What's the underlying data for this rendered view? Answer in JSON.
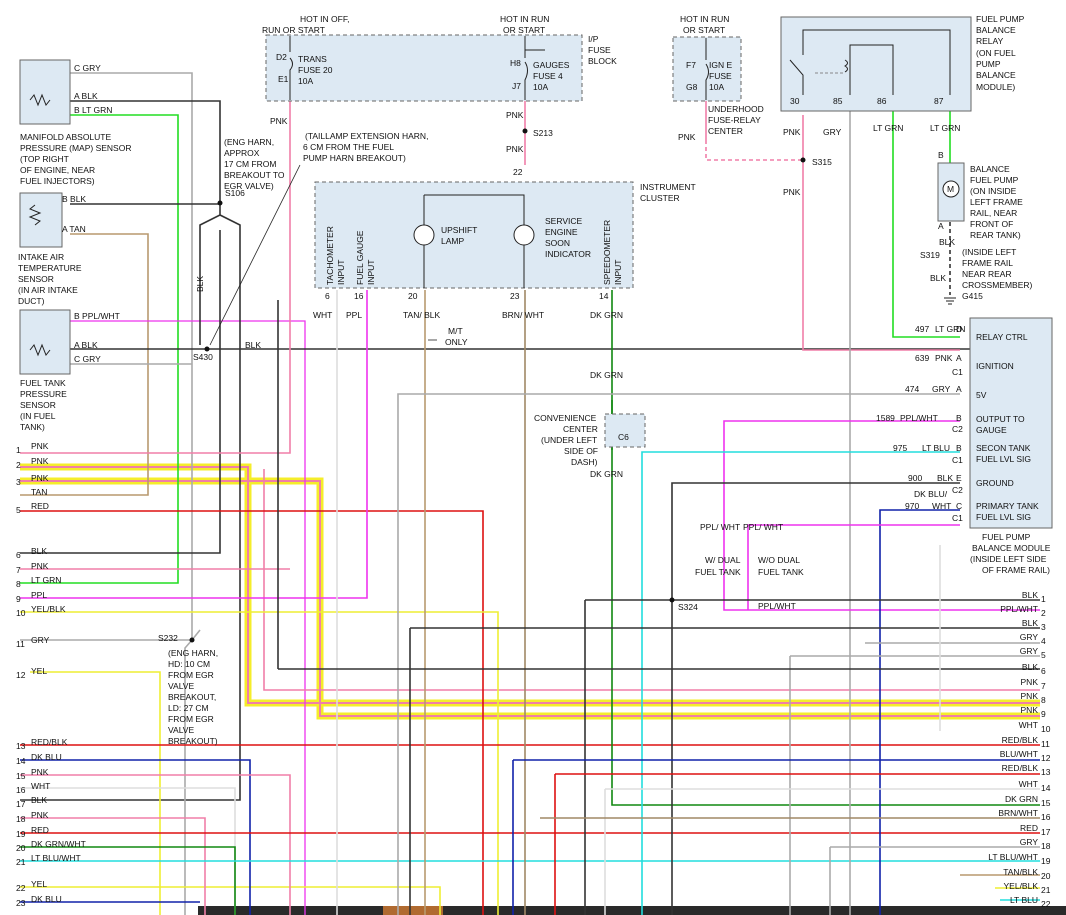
{
  "components": {
    "map_sensor": {
      "label": [
        "MANIFOLD ABSOLUTE",
        "PRESSURE (MAP) SENSOR",
        "(TOP RIGHT",
        "OF ENGINE, NEAR",
        "FUEL INJECTORS)"
      ],
      "pins": [
        "C  GRY",
        "A  BLK",
        "B  LT GRN"
      ]
    },
    "iat_sensor": {
      "label": [
        "INTAKE AIR",
        "TEMPERATURE",
        "SENSOR",
        "(IN AIR INTAKE",
        "DUCT)"
      ],
      "pins": [
        "B  BLK",
        "A  TAN"
      ]
    },
    "ftp_sensor": {
      "label": [
        "FUEL TANK",
        "PRESSURE",
        "SENSOR",
        "(IN FUEL",
        "TANK)"
      ],
      "pins": [
        "B  PPL/WHT",
        "A  BLK",
        "C  GRY"
      ]
    },
    "fuse_block": {
      "hot1": [
        "HOT IN OFF,",
        "RUN OR START"
      ],
      "hot2": [
        "HOT IN RUN",
        "OR START"
      ],
      "title": [
        "I/P",
        "FUSE",
        "BLOCK"
      ],
      "fuse20": [
        "TRANS",
        "FUSE 20",
        "10A"
      ],
      "fuse4": [
        "GAUGES",
        "FUSE 4",
        "10A"
      ],
      "pins": [
        "D2",
        "E1",
        "H8",
        "J7"
      ]
    },
    "underhood": {
      "hot": [
        "HOT IN RUN",
        "OR START"
      ],
      "fuse": [
        "IGN E",
        "FUSE",
        "10A"
      ],
      "pins": [
        "F7",
        "G8"
      ],
      "label": [
        "UNDERHOOD",
        "FUSE-RELAY",
        "CENTER"
      ]
    },
    "relay": {
      "label": [
        "FUEL PUMP",
        "BALANCE",
        "RELAY",
        "(ON FUEL",
        "PUMP",
        "BALANCE",
        "MODULE)"
      ],
      "pins": [
        "30",
        "85",
        "86",
        "87"
      ]
    },
    "pump": {
      "label": [
        "BALANCE",
        "FUEL PUMP",
        "(ON INSIDE",
        "LEFT FRAME",
        "RAIL, NEAR",
        "FRONT OF",
        "REAR TANK)"
      ],
      "pins": [
        "B",
        "A"
      ],
      "ground": [
        "(INSIDE LEFT",
        "FRAME RAIL",
        "NEAR REAR",
        "CROSSMEMBER)"
      ],
      "g": "G415",
      "s": "S319"
    },
    "cluster": {
      "title": [
        "INSTRUMENT",
        "CLUSTER"
      ],
      "upshift": [
        "UPSHIFT",
        "LAMP"
      ],
      "ses": [
        "SERVICE",
        "ENGINE",
        "SOON",
        "INDICATOR"
      ],
      "tach": [
        "TACHOMETER",
        "INPUT"
      ],
      "fuel": [
        "FUEL GAUGE",
        "INPUT"
      ],
      "speedo": [
        "SPEEDOMETER",
        "INPUT"
      ],
      "pins": [
        "6",
        "16",
        "20",
        "23",
        "14",
        "22"
      ]
    },
    "convenience": {
      "label": [
        "CONVENIENCE",
        "CENTER",
        "(UNDER LEFT",
        "SIDE OF",
        "DASH)"
      ],
      "c": "C6"
    },
    "module": {
      "label": [
        "FUEL PUMP",
        "BALANCE MODULE",
        "(INSIDE LEFT SIDE",
        "OF FRAME RAIL)"
      ],
      "rows": [
        "RELAY CTRL",
        "IGNITION",
        "5V",
        "OUTPUT TO",
        "GAUGE",
        "SECON TANK",
        "FUEL LVL SIG",
        "GROUND",
        "PRIMARY TANK",
        "FUEL LVL SIG"
      ]
    },
    "notes": {
      "eng_harn": [
        "(ENG HARN,",
        "APPROX",
        "17 CM FROM",
        "BREAKOUT TO",
        "EGR VALVE)"
      ],
      "taillamp": [
        "(TAILLAMP EXTENSION HARN,",
        "6 CM FROM THE FUEL",
        "PUMP HARN BREAKOUT)"
      ],
      "s232": [
        "(ENG HARN,",
        "HD: 10 CM",
        "FROM EGR",
        "VALVE",
        "BREAKOUT,",
        "LD: 27 CM",
        "FROM EGR",
        "VALVE",
        "BREAKOUT)"
      ],
      "mt": [
        "M/T",
        "ONLY"
      ],
      "wdual": [
        "W/ DUAL",
        "FUEL TANK"
      ],
      "wodual": [
        "W/O DUAL",
        "FUEL TANK"
      ]
    },
    "splices": [
      "S106",
      "S430",
      "S213",
      "S315",
      "S232",
      "S324"
    ]
  },
  "left_connector": [
    {
      "n": "1",
      "c": "PNK"
    },
    {
      "n": "2",
      "c": "PNK"
    },
    {
      "n": "3",
      "c": "PNK"
    },
    {
      "n": "",
      "c": "TAN"
    },
    {
      "n": "5",
      "c": "RED"
    },
    {
      "n": "6",
      "c": "BLK"
    },
    {
      "n": "7",
      "c": "PNK"
    },
    {
      "n": "8",
      "c": "LT GRN"
    },
    {
      "n": "9",
      "c": "PPL"
    },
    {
      "n": "10",
      "c": "YEL/BLK"
    },
    {
      "n": "11",
      "c": "GRY"
    },
    {
      "n": "12",
      "c": "YEL"
    },
    {
      "n": "13",
      "c": "RED/BLK"
    },
    {
      "n": "14",
      "c": "DK BLU"
    },
    {
      "n": "15",
      "c": "PNK"
    },
    {
      "n": "16",
      "c": "WHT"
    },
    {
      "n": "17",
      "c": "BLK"
    },
    {
      "n": "18",
      "c": "PNK"
    },
    {
      "n": "19",
      "c": "RED"
    },
    {
      "n": "20",
      "c": "DK GRN/WHT"
    },
    {
      "n": "21",
      "c": "LT BLU/WHT"
    },
    {
      "n": "22",
      "c": "YEL"
    },
    {
      "n": "23",
      "c": "DK BLU"
    }
  ],
  "right_connector": [
    {
      "n": "1",
      "c": "BLK"
    },
    {
      "n": "2",
      "c": "PPL/WHT"
    },
    {
      "n": "3",
      "c": "BLK"
    },
    {
      "n": "4",
      "c": "GRY"
    },
    {
      "n": "5",
      "c": "GRY"
    },
    {
      "n": "6",
      "c": "BLK"
    },
    {
      "n": "7",
      "c": "PNK"
    },
    {
      "n": "8",
      "c": "PNK"
    },
    {
      "n": "9",
      "c": "PNK"
    },
    {
      "n": "10",
      "c": "WHT"
    },
    {
      "n": "11",
      "c": "RED/BLK"
    },
    {
      "n": "12",
      "c": "BLU/WHT"
    },
    {
      "n": "13",
      "c": "RED/BLK"
    },
    {
      "n": "14",
      "c": "WHT"
    },
    {
      "n": "15",
      "c": "DK GRN"
    },
    {
      "n": "16",
      "c": "BRN/WHT"
    },
    {
      "n": "17",
      "c": "RED"
    },
    {
      "n": "18",
      "c": "GRY"
    },
    {
      "n": "19",
      "c": "LT BLU/WHT"
    },
    {
      "n": "20",
      "c": "TAN/BLK"
    },
    {
      "n": "21",
      "c": "YEL/BLK"
    },
    {
      "n": "22",
      "c": "LT BLU"
    }
  ],
  "module_pins": [
    {
      "circ": "497",
      "col": "LT GRN",
      "pin": "D"
    },
    {
      "circ": "639",
      "col": "PNK",
      "pin": "A"
    },
    {
      "circ": "474",
      "col": "GRY",
      "pin": "A"
    },
    {
      "circ": "1589",
      "col": "PPL/WHT",
      "pin": "B"
    },
    {
      "circ": "975",
      "col": "LT BLU",
      "pin": "B"
    },
    {
      "circ": "900",
      "col": "BLK",
      "pin": "E"
    },
    {
      "circ": "970",
      "col": "WHT",
      "pin": "C"
    }
  ],
  "module_conns": [
    "C1",
    "C2",
    "C1",
    "C2",
    "C1"
  ],
  "wire_labels": {
    "pnk": "PNK",
    "blk": "BLK",
    "gry": "GRY",
    "wht": "WHT",
    "ppl": "PPL",
    "dkgrn": "DK GRN",
    "tanblk": "TAN/ BLK",
    "brnwht": "BRN/ WHT",
    "dkgrnv": "DK GRN",
    "ltgrn": "LT GRN",
    "pplwht": "PPL/ WHT",
    "dkblu": "DK BLU/",
    "pplwht2": "PPL/WHT"
  },
  "wire_colors": {
    "pnk": "#f07fa8",
    "blk": "#333333",
    "gry": "#aaaaaa",
    "ltgrn": "#22dd22",
    "tan": "#b8996f",
    "red": "#dd1111",
    "ppl": "#ee33ee",
    "yel": "#eeee33",
    "dkblu": "#1122aa",
    "cyan": "#22dddd",
    "dkgrn": "#118811",
    "brn": "#a08866",
    "highlight": "#f5ed2a"
  }
}
